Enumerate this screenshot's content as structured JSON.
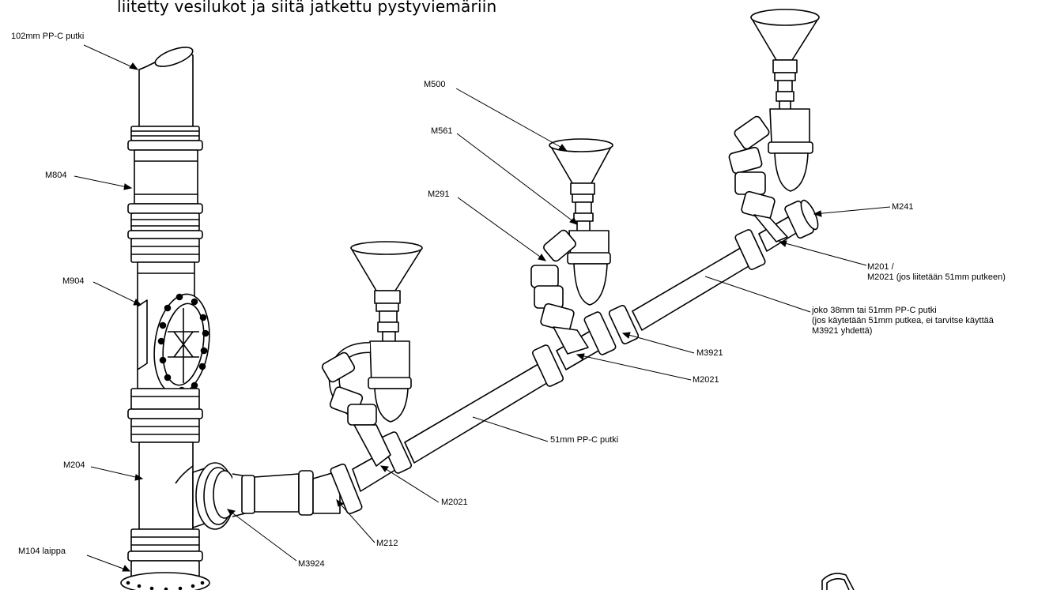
{
  "title": "liitetty vesilukot ja siitä jatkettu pystyviemäriin",
  "labels": {
    "pipe_102": "102mm PP-C putki",
    "m804": "M804",
    "m904": "M904",
    "m204": "M204",
    "m104": "M104 laippa",
    "m3924": "M3924",
    "m212": "M212",
    "m2021_a": "M2021",
    "pipe_51": "51mm PP-C putki",
    "m2021_b": "M2021",
    "m3921": "M3921",
    "pipe_38_51_line1": "joko 38mm tai 51mm PP-C putki",
    "pipe_38_51_line2": "(jos käytetään 51mm putkea, ei tarvitse käyttää",
    "pipe_38_51_line3": "M3921 yhdettä)",
    "m201_line1": "M201 /",
    "m201_line2": "M2021 (jos liitetään 51mm putkeen)",
    "m241": "M241",
    "m500": "M500",
    "m561": "M561",
    "m291": "M291"
  },
  "colors": {
    "line": "#000000",
    "fill": "#ffffff"
  }
}
